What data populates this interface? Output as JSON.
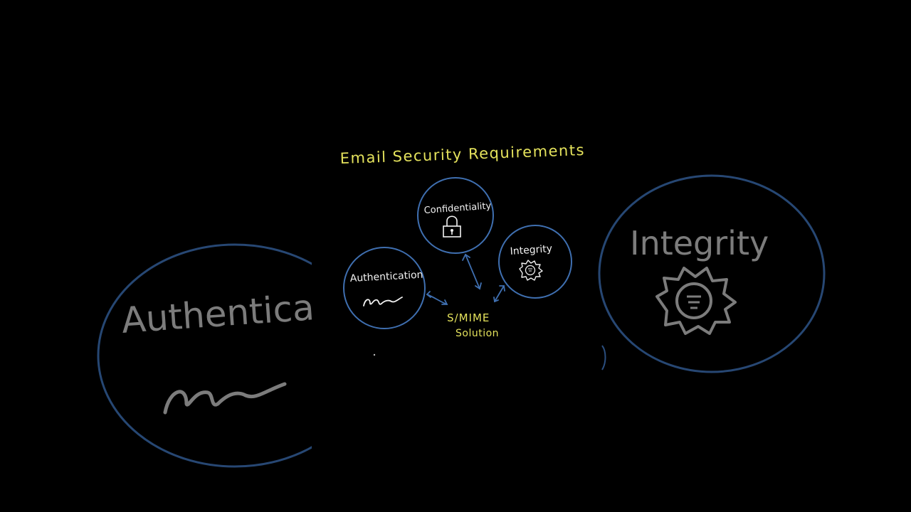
{
  "colors": {
    "background": "#000000",
    "circle_stroke": "#3f6fb0",
    "title_text": "#e4e25c",
    "label_text": "#f2f2f2",
    "faded_text": "#8a8a8a",
    "faded_circle": "#2b4f80"
  },
  "diagram": {
    "title": "Email Security Requirements",
    "nodes": {
      "confidentiality": {
        "label": "Confidentiality",
        "icon": "padlock-icon"
      },
      "integrity": {
        "label": "Integrity",
        "icon": "seal-icon"
      },
      "authentication": {
        "label": "Authentication",
        "icon": "signature-icon"
      }
    },
    "solution": {
      "line1": "S/MIME",
      "line2": "Solution"
    }
  },
  "background_blur": {
    "left_label": "Authenticati",
    "right_label": "Integrity"
  }
}
